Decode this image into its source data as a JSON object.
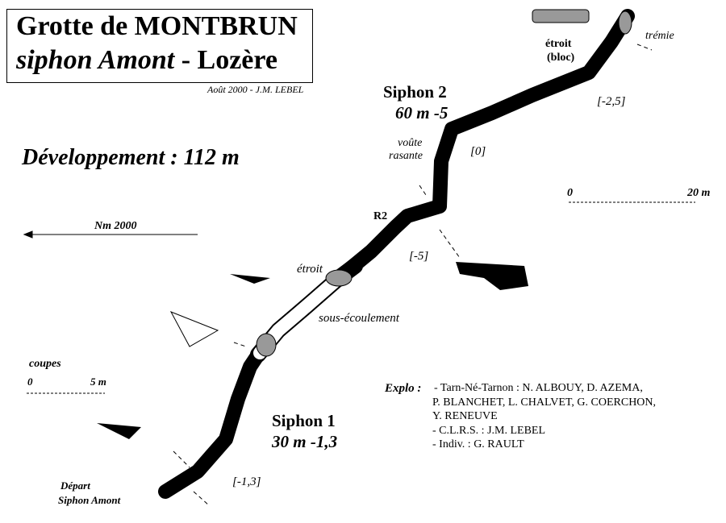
{
  "title": {
    "line1": "Grotte de MONTBRUN",
    "line2a": "siphon Amont",
    "line2b": " - Lozère",
    "credit": "Août 2000 - J.M. LEBEL"
  },
  "development": "Développement : 112 m",
  "north": "Nm 2000",
  "scale_plan": {
    "start": "0",
    "end": "20 m"
  },
  "scale_sections": {
    "label": "coupes",
    "start": "0",
    "end": "5 m"
  },
  "labels": {
    "siphon2": "Siphon 2",
    "siphon2_dims": "60 m -5",
    "siphon1": "Siphon 1",
    "siphon1_dims": "30 m -1,3",
    "etroit_bloc_1": "étroit",
    "etroit_bloc_2": "(bloc)",
    "tremie": "trémie",
    "depth_top": "[-2,5]",
    "voute1": "voûte",
    "voute2": "rasante",
    "depth_0": "[0]",
    "r2": "R2",
    "depth_m5": "[-5]",
    "etroit": "étroit",
    "sous_ecoulement": "sous-écoulement",
    "depth_m13": "[-1,3]",
    "depart1": "Départ",
    "depart2": "Siphon Amont"
  },
  "explo": {
    "label": "Explo :",
    "lines": [
      "- Tarn-Né-Tarnon : N. ALBOUY, D. AZEMA,",
      "P. BLANCHET,  L. CHALVET, G. COERCHON,",
      "Y. RENEUVE",
      "- C.L.R.S. : J.M. LEBEL",
      "- Indiv. : G. RAULT"
    ]
  }
}
